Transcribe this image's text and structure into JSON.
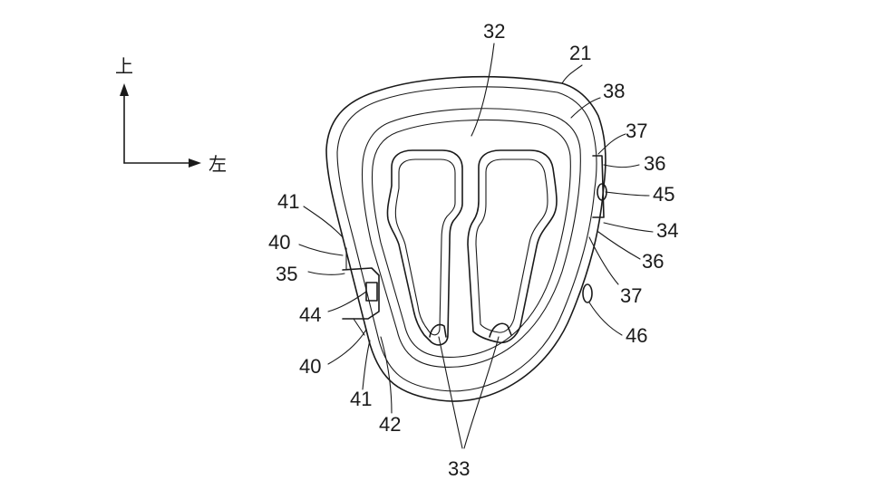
{
  "direction": {
    "up": "上",
    "left": "左"
  },
  "labels": {
    "l32": "32",
    "l21": "21",
    "l38": "38",
    "l37a": "37",
    "l36a": "36",
    "l45": "45",
    "l34": "34",
    "l36b": "36",
    "l37b": "37",
    "l46": "46",
    "l41a": "41",
    "l40a": "40",
    "l35": "35",
    "l44": "44",
    "l40b": "40",
    "l41b": "41",
    "l42": "42",
    "l33": "33"
  }
}
